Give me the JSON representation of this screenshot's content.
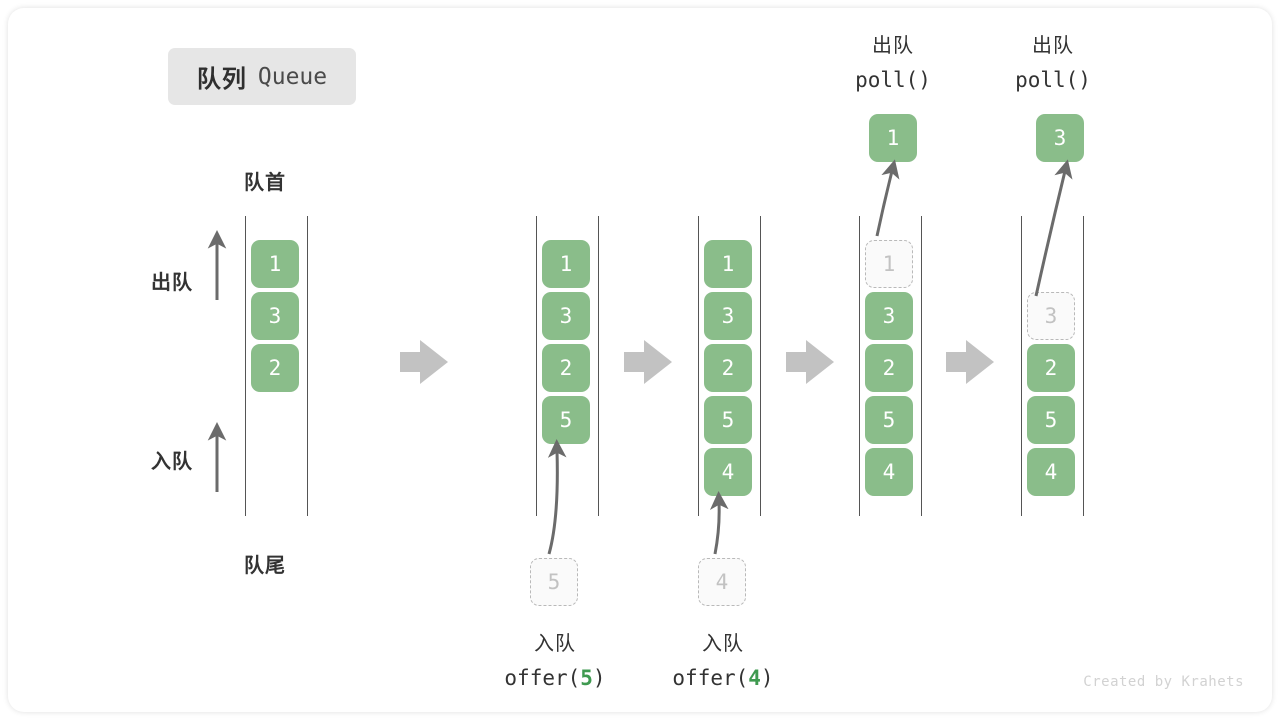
{
  "title": {
    "cn": "队列",
    "en": "Queue"
  },
  "labels": {
    "head": "队首",
    "tail": "队尾",
    "dequeue_arrow": "出队",
    "enqueue_arrow": "入队"
  },
  "credit": "Created by Krahets",
  "colors": {
    "element_fill": "#8ABD8A",
    "element_text": "#ffffff",
    "ghost_border": "#b9b9b9",
    "ghost_text": "#c2c2c2",
    "arrow": "#6b6b6b",
    "step_arrow": "#c2c2c2",
    "badge_bg": "#e6e6e6",
    "accent_code": "#3f9a50"
  },
  "stages": [
    {
      "name": "initial",
      "items": [
        "1",
        "3",
        "2"
      ],
      "ghost": null,
      "operation": null,
      "result": null
    },
    {
      "name": "offer-5",
      "items": [
        "1",
        "3",
        "2",
        "5"
      ],
      "ghost": {
        "value": "5",
        "position": "below"
      },
      "operation": {
        "cn": "入队",
        "fn": "offer(",
        "arg": "5",
        "fn_close": ")"
      },
      "result": null
    },
    {
      "name": "offer-4",
      "items": [
        "1",
        "3",
        "2",
        "5",
        "4"
      ],
      "ghost": {
        "value": "4",
        "position": "below"
      },
      "operation": {
        "cn": "入队",
        "fn": "offer(",
        "arg": "4",
        "fn_close": ")"
      },
      "result": null
    },
    {
      "name": "poll-1",
      "items": [
        "3",
        "2",
        "5",
        "4"
      ],
      "ghost": {
        "value": "1",
        "position": "top"
      },
      "operation": {
        "cn": "出队",
        "fn": "poll(",
        "arg": "",
        "fn_close": ")"
      },
      "result": "1"
    },
    {
      "name": "poll-3",
      "items": [
        "2",
        "5",
        "4"
      ],
      "ghost": {
        "value": "3",
        "position": "second"
      },
      "operation": {
        "cn": "出队",
        "fn": "poll(",
        "arg": "",
        "fn_close": ")"
      },
      "result": "3"
    }
  ]
}
